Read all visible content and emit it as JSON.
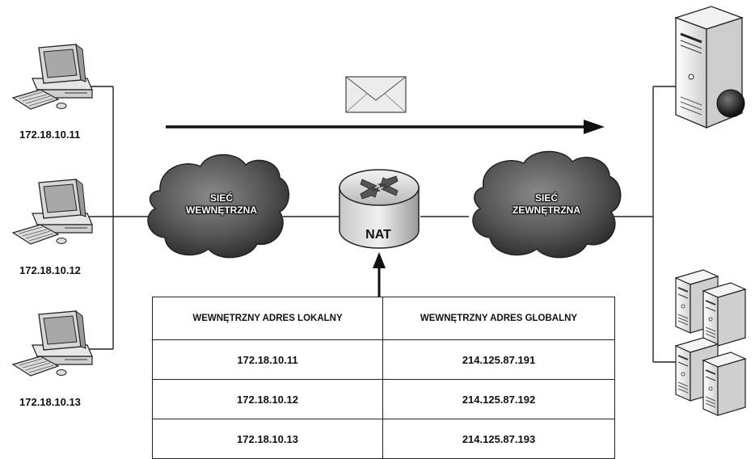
{
  "clients": [
    {
      "ip": "172.18.10.11"
    },
    {
      "ip": "172.18.10.12"
    },
    {
      "ip": "172.18.10.13"
    }
  ],
  "internal_network": {
    "line1": "SIEĆ",
    "line2": "WEWNĘTRZNA"
  },
  "external_network": {
    "line1": "SIEĆ",
    "line2": "ZEWNĘTRZNA"
  },
  "router": {
    "label": "NAT"
  },
  "nat_table": {
    "headers": [
      "WEWNĘTRZNY ADRES LOKALNY",
      "WEWNĘTRZNY ADRES GLOBALNY"
    ],
    "rows": [
      [
        "172.18.10.11",
        "214.125.87.191"
      ],
      [
        "172.18.10.12",
        "214.125.87.192"
      ],
      [
        "172.18.10.13",
        "214.125.87.193"
      ]
    ]
  },
  "icons": {
    "client": "desktop-computer-icon",
    "router": "router-icon",
    "message": "envelope-icon",
    "server": "tower-server-icon",
    "server_cluster": "server-cluster-icon"
  }
}
